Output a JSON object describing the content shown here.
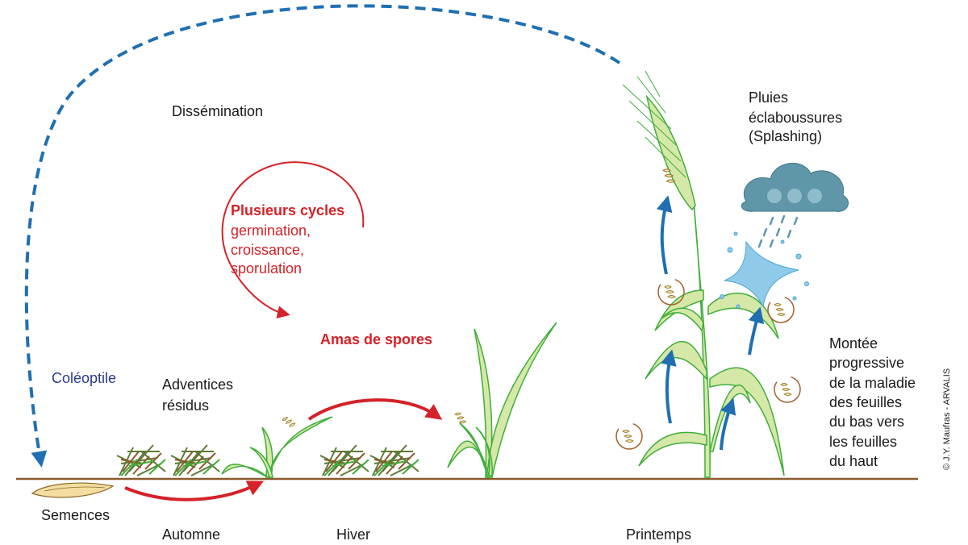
{
  "labels": {
    "dissemination": "Dissémination",
    "cycles_title": "Plusieurs cycles",
    "cycles_line1": "germination,",
    "cycles_line2": "croissance,",
    "cycles_line3": "sporulation",
    "amas": "Amas de spores",
    "coleoptile": "Coléoptile",
    "adventices_line1": "Adventices",
    "adventices_line2": "résidus",
    "semences": "Semences",
    "automne": "Automne",
    "hiver": "Hiver",
    "printemps": "Printemps",
    "pluies_line1": "Pluies",
    "pluies_line2": "éclaboussures",
    "pluies_line3": "(Splashing)",
    "montee_line1": "Montée",
    "montee_line2": "progressive",
    "montee_line3": "de la maladie",
    "montee_line4": "des feuilles",
    "montee_line5": "du bas vers",
    "montee_line6": "les feuilles",
    "montee_line7": "du haut",
    "credit": "© J.Y. Maufras - ARVALIS"
  },
  "colors": {
    "dissemination_arrow": "#1f6fb2",
    "red_arrow": "#d42228",
    "up_arrow": "#1f6fb2",
    "leaf_fill": "#d6e8a8",
    "leaf_stroke": "#3fae3a",
    "ground": "#8a5a2b",
    "cloud": "#5f97a8",
    "spore_fill": "#f6edb0"
  }
}
